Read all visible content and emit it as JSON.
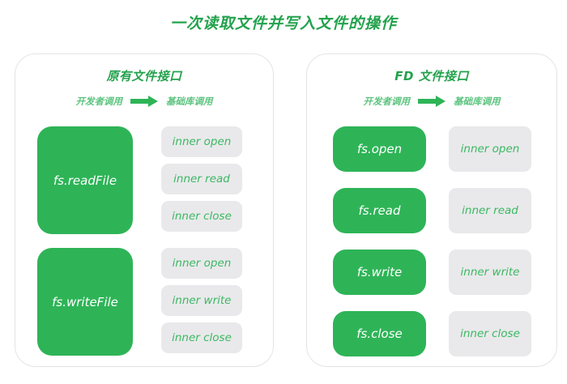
{
  "title": "一次读取文件并写入文件的操作",
  "colors": {
    "green": "#2EB457",
    "green_text": "#23A24D",
    "inner_text": "#3BB862",
    "legend_text": "#5CC47F",
    "gray_box": "#E9E9EB",
    "panel_border": "#E4E4E6",
    "background": "#FFFFFF"
  },
  "legend": {
    "developer_call": "开发者调用",
    "arrow_icon": "arrow-right-icon",
    "library_call": "基础库调用"
  },
  "panels": [
    {
      "id": "legacy",
      "title": "原有文件接口",
      "groups": [
        {
          "api": "fs.readFile",
          "inner_calls": [
            "inner open",
            "inner read",
            "inner close"
          ]
        },
        {
          "api": "fs.writeFile",
          "inner_calls": [
            "inner open",
            "inner write",
            "inner close"
          ]
        }
      ]
    },
    {
      "id": "fd",
      "title": "FD 文件接口",
      "rows": [
        {
          "api": "fs.open",
          "inner_call": "inner open"
        },
        {
          "api": "fs.read",
          "inner_call": "inner read"
        },
        {
          "api": "fs.write",
          "inner_call": "inner write"
        },
        {
          "api": "fs.close",
          "inner_call": "inner close"
        }
      ]
    }
  ]
}
